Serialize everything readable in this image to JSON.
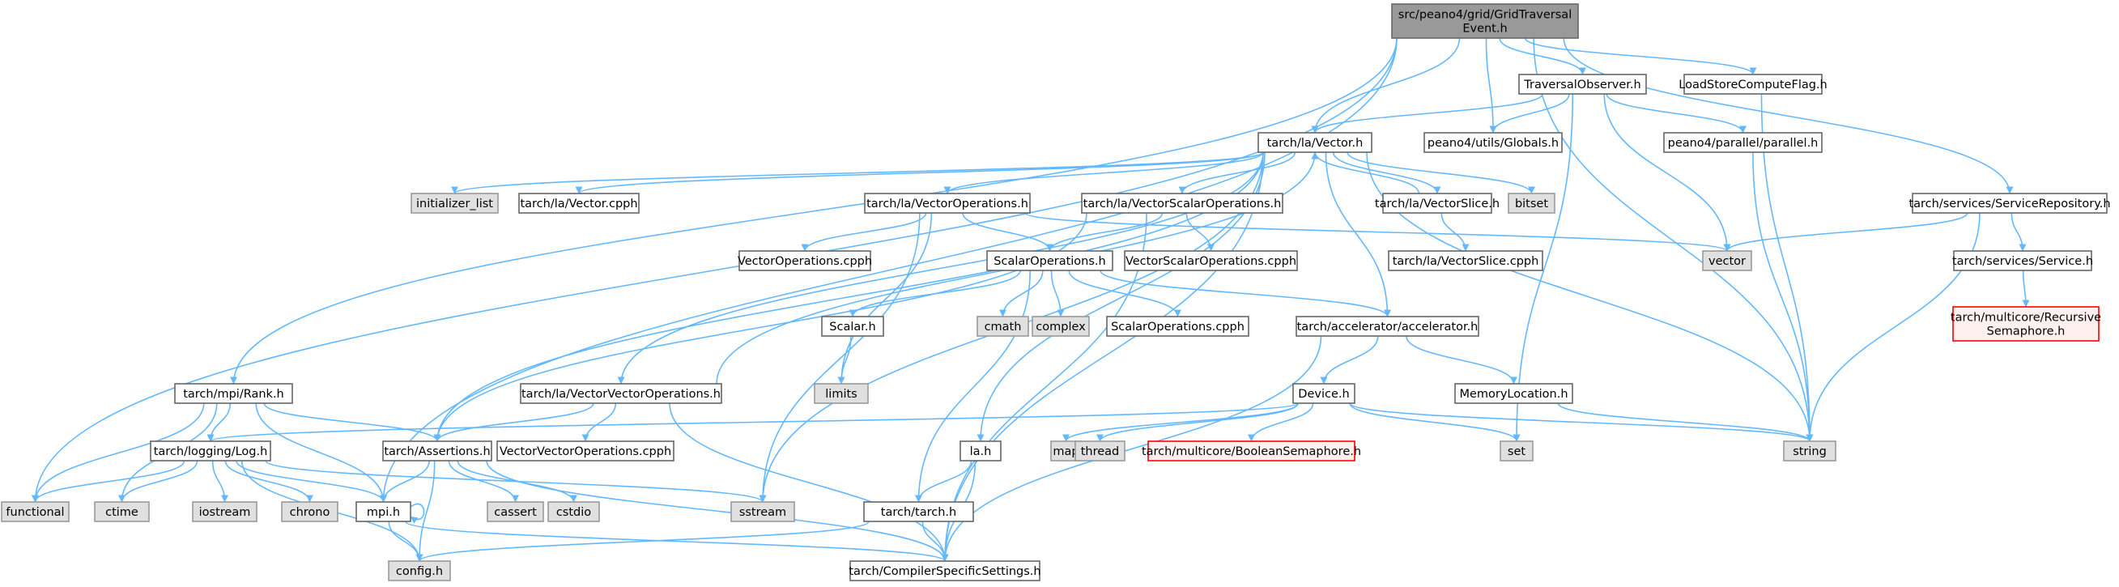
{
  "colors": {
    "edge": "#63b8ff",
    "root_fill": "#999999",
    "root_border": "#666666",
    "file_fill": "#ffffff",
    "file_border": "#666666",
    "system_fill": "#e0e0e0",
    "system_border": "#999999",
    "truncated_fill": "#fff0f0",
    "truncated_border": "#ff0000"
  },
  "nodes": {
    "grid_traversal_event": {
      "kind": "root",
      "lines": [
        "src/peano4/grid/GridTraversal",
        "Event.h"
      ]
    },
    "traversal_observer": {
      "kind": "file",
      "lines": [
        "TraversalObserver.h"
      ]
    },
    "load_store_compute_flag": {
      "kind": "file",
      "lines": [
        "LoadStoreComputeFlag.h"
      ]
    },
    "vector_h": {
      "kind": "file",
      "lines": [
        "tarch/la/Vector.h"
      ]
    },
    "peano4_globals": {
      "kind": "file",
      "lines": [
        "peano4/utils/Globals.h"
      ]
    },
    "peano4_parallel": {
      "kind": "file",
      "lines": [
        "peano4/parallel/parallel.h"
      ]
    },
    "service_repository": {
      "kind": "file",
      "lines": [
        "tarch/services/ServiceRepository.h"
      ]
    },
    "initializer_list": {
      "kind": "system",
      "lines": [
        "initializer_list"
      ]
    },
    "vector_cpph": {
      "kind": "file",
      "lines": [
        "tarch/la/Vector.cpph"
      ]
    },
    "vector_operations": {
      "kind": "file",
      "lines": [
        "tarch/la/VectorOperations.h"
      ]
    },
    "vector_scalar_operations": {
      "kind": "file",
      "lines": [
        "tarch/la/VectorScalarOperations.h"
      ]
    },
    "vector_slice": {
      "kind": "file",
      "lines": [
        "tarch/la/VectorSlice.h"
      ]
    },
    "bitset": {
      "kind": "system",
      "lines": [
        "bitset"
      ]
    },
    "std_vector": {
      "kind": "system",
      "lines": [
        "vector"
      ]
    },
    "service_h": {
      "kind": "file",
      "lines": [
        "tarch/services/Service.h"
      ]
    },
    "vector_operations_cpph": {
      "kind": "file",
      "lines": [
        "VectorOperations.cpph"
      ]
    },
    "scalar_operations": {
      "kind": "file",
      "lines": [
        "ScalarOperations.h"
      ]
    },
    "vector_scalar_operations_cpph": {
      "kind": "file",
      "lines": [
        "VectorScalarOperations.cpph"
      ]
    },
    "vector_slice_cpph": {
      "kind": "file",
      "lines": [
        "tarch/la/VectorSlice.cpph"
      ]
    },
    "recursive_semaphore": {
      "kind": "truncated",
      "lines": [
        "tarch/multicore/Recursive",
        "Semaphore.h"
      ]
    },
    "scalar_h": {
      "kind": "file",
      "lines": [
        "Scalar.h"
      ]
    },
    "cmath": {
      "kind": "system",
      "lines": [
        "cmath"
      ]
    },
    "complex": {
      "kind": "system",
      "lines": [
        "complex"
      ]
    },
    "scalar_operations_cpph": {
      "kind": "file",
      "lines": [
        "ScalarOperations.cpph"
      ]
    },
    "accelerator": {
      "kind": "file",
      "lines": [
        "tarch/accelerator/accelerator.h"
      ]
    },
    "limits": {
      "kind": "system",
      "lines": [
        "limits"
      ]
    },
    "rank_h": {
      "kind": "file",
      "lines": [
        "tarch/mpi/Rank.h"
      ]
    },
    "vector_vector_operations": {
      "kind": "file",
      "lines": [
        "tarch/la/VectorVectorOperations.h"
      ]
    },
    "device_h": {
      "kind": "file",
      "lines": [
        "Device.h"
      ]
    },
    "memory_location": {
      "kind": "file",
      "lines": [
        "MemoryLocation.h"
      ]
    },
    "log_h": {
      "kind": "file",
      "lines": [
        "tarch/logging/Log.h"
      ]
    },
    "assertions_h": {
      "kind": "file",
      "lines": [
        "tarch/Assertions.h"
      ]
    },
    "vector_vector_operations_cpph": {
      "kind": "file",
      "lines": [
        "VectorVectorOperations.cpph"
      ]
    },
    "la_h": {
      "kind": "file",
      "lines": [
        "la.h"
      ]
    },
    "map": {
      "kind": "system",
      "lines": [
        "map"
      ]
    },
    "thread": {
      "kind": "system",
      "lines": [
        "thread"
      ]
    },
    "boolean_semaphore": {
      "kind": "truncated",
      "lines": [
        "tarch/multicore/BooleanSemaphore.h"
      ]
    },
    "set": {
      "kind": "system",
      "lines": [
        "set"
      ]
    },
    "string": {
      "kind": "system",
      "lines": [
        "string"
      ]
    },
    "functional": {
      "kind": "system",
      "lines": [
        "functional"
      ]
    },
    "ctime": {
      "kind": "system",
      "lines": [
        "ctime"
      ]
    },
    "iostream": {
      "kind": "system",
      "lines": [
        "iostream"
      ]
    },
    "chrono": {
      "kind": "system",
      "lines": [
        "chrono"
      ]
    },
    "mpi_h": {
      "kind": "file",
      "lines": [
        "mpi.h"
      ]
    },
    "cassert": {
      "kind": "system",
      "lines": [
        "cassert"
      ]
    },
    "cstdio": {
      "kind": "system",
      "lines": [
        "cstdio"
      ]
    },
    "sstream": {
      "kind": "system",
      "lines": [
        "sstream"
      ]
    },
    "tarch_h": {
      "kind": "file",
      "lines": [
        "tarch/tarch.h"
      ]
    },
    "config_h": {
      "kind": "system",
      "lines": [
        "config.h"
      ]
    },
    "compiler_specific_settings": {
      "kind": "file",
      "lines": [
        "tarch/CompilerSpecificSettings.h"
      ]
    }
  },
  "edges": [
    [
      "grid_traversal_event",
      "traversal_observer"
    ],
    [
      "grid_traversal_event",
      "load_store_compute_flag"
    ],
    [
      "grid_traversal_event",
      "vector_h"
    ],
    [
      "grid_traversal_event",
      "peano4_globals"
    ],
    [
      "grid_traversal_event",
      "service_repository"
    ],
    [
      "grid_traversal_event",
      "string"
    ],
    [
      "grid_traversal_event",
      "functional"
    ],
    [
      "grid_traversal_event",
      "rank_h"
    ],
    [
      "grid_traversal_event",
      "mpi_h"
    ],
    [
      "traversal_observer",
      "vector_h"
    ],
    [
      "traversal_observer",
      "peano4_globals"
    ],
    [
      "traversal_observer",
      "peano4_parallel"
    ],
    [
      "traversal_observer",
      "std_vector"
    ],
    [
      "traversal_observer",
      "set"
    ],
    [
      "load_store_compute_flag",
      "string"
    ],
    [
      "peano4_parallel",
      "string"
    ],
    [
      "service_repository",
      "std_vector"
    ],
    [
      "service_repository",
      "service_h"
    ],
    [
      "service_repository",
      "string"
    ],
    [
      "service_h",
      "recursive_semaphore"
    ],
    [
      "vector_h",
      "initializer_list"
    ],
    [
      "vector_h",
      "vector_cpph"
    ],
    [
      "vector_h",
      "vector_operations"
    ],
    [
      "vector_h",
      "vector_scalar_operations"
    ],
    [
      "vector_h",
      "vector_slice"
    ],
    [
      "vector_h",
      "bitset"
    ],
    [
      "vector_h",
      "string"
    ],
    [
      "vector_h",
      "vector_vector_operations"
    ],
    [
      "vector_h",
      "accelerator"
    ],
    [
      "vector_h",
      "assertions_h"
    ],
    [
      "vector_h",
      "la_h"
    ],
    [
      "vector_h",
      "sstream"
    ],
    [
      "vector_h",
      "compiler_specific_settings"
    ],
    [
      "vector_operations",
      "vector_operations_cpph"
    ],
    [
      "vector_operations",
      "scalar_operations"
    ],
    [
      "vector_operations",
      "limits"
    ],
    [
      "vector_operations",
      "sstream"
    ],
    [
      "vector_operations",
      "std_vector"
    ],
    [
      "vector_scalar_operations",
      "scalar_operations"
    ],
    [
      "vector_scalar_operations",
      "vector_scalar_operations_cpph"
    ],
    [
      "vector_scalar_operations",
      "assertions_h"
    ],
    [
      "vector_scalar_operations",
      "compiler_specific_settings"
    ],
    [
      "vector_slice",
      "vector_h"
    ],
    [
      "vector_slice",
      "vector_slice_cpph"
    ],
    [
      "scalar_operations",
      "scalar_h"
    ],
    [
      "scalar_operations",
      "cmath"
    ],
    [
      "scalar_operations",
      "complex"
    ],
    [
      "scalar_operations",
      "scalar_operations_cpph"
    ],
    [
      "scalar_operations",
      "accelerator"
    ],
    [
      "scalar_operations",
      "tarch_h"
    ],
    [
      "scalar_h",
      "limits"
    ],
    [
      "accelerator",
      "device_h"
    ],
    [
      "accelerator",
      "memory_location"
    ],
    [
      "accelerator",
      "compiler_specific_settings"
    ],
    [
      "memory_location",
      "string"
    ],
    [
      "vector_vector_operations",
      "vector_h"
    ],
    [
      "vector_vector_operations",
      "assertions_h"
    ],
    [
      "vector_vector_operations",
      "vector_vector_operations_cpph"
    ],
    [
      "vector_vector_operations",
      "compiler_specific_settings"
    ],
    [
      "device_h",
      "log_h"
    ],
    [
      "device_h",
      "map"
    ],
    [
      "device_h",
      "thread"
    ],
    [
      "device_h",
      "boolean_semaphore"
    ],
    [
      "device_h",
      "set"
    ],
    [
      "device_h",
      "string"
    ],
    [
      "rank_h",
      "log_h"
    ],
    [
      "rank_h",
      "assertions_h"
    ],
    [
      "rank_h",
      "functional"
    ],
    [
      "rank_h",
      "ctime"
    ],
    [
      "rank_h",
      "mpi_h"
    ],
    [
      "log_h",
      "functional"
    ],
    [
      "log_h",
      "ctime"
    ],
    [
      "log_h",
      "iostream"
    ],
    [
      "log_h",
      "chrono"
    ],
    [
      "log_h",
      "mpi_h"
    ],
    [
      "log_h",
      "sstream"
    ],
    [
      "log_h",
      "config_h"
    ],
    [
      "assertions_h",
      "mpi_h"
    ],
    [
      "assertions_h",
      "cassert"
    ],
    [
      "assertions_h",
      "cstdio"
    ],
    [
      "assertions_h",
      "config_h"
    ],
    [
      "assertions_h",
      "compiler_specific_settings"
    ],
    [
      "la_h",
      "tarch_h"
    ],
    [
      "la_h",
      "compiler_specific_settings"
    ],
    [
      "mpi_h",
      "mpi_h"
    ],
    [
      "mpi_h",
      "config_h"
    ],
    [
      "mpi_h",
      "compiler_specific_settings"
    ],
    [
      "tarch_h",
      "config_h"
    ],
    [
      "tarch_h",
      "compiler_specific_settings"
    ]
  ]
}
